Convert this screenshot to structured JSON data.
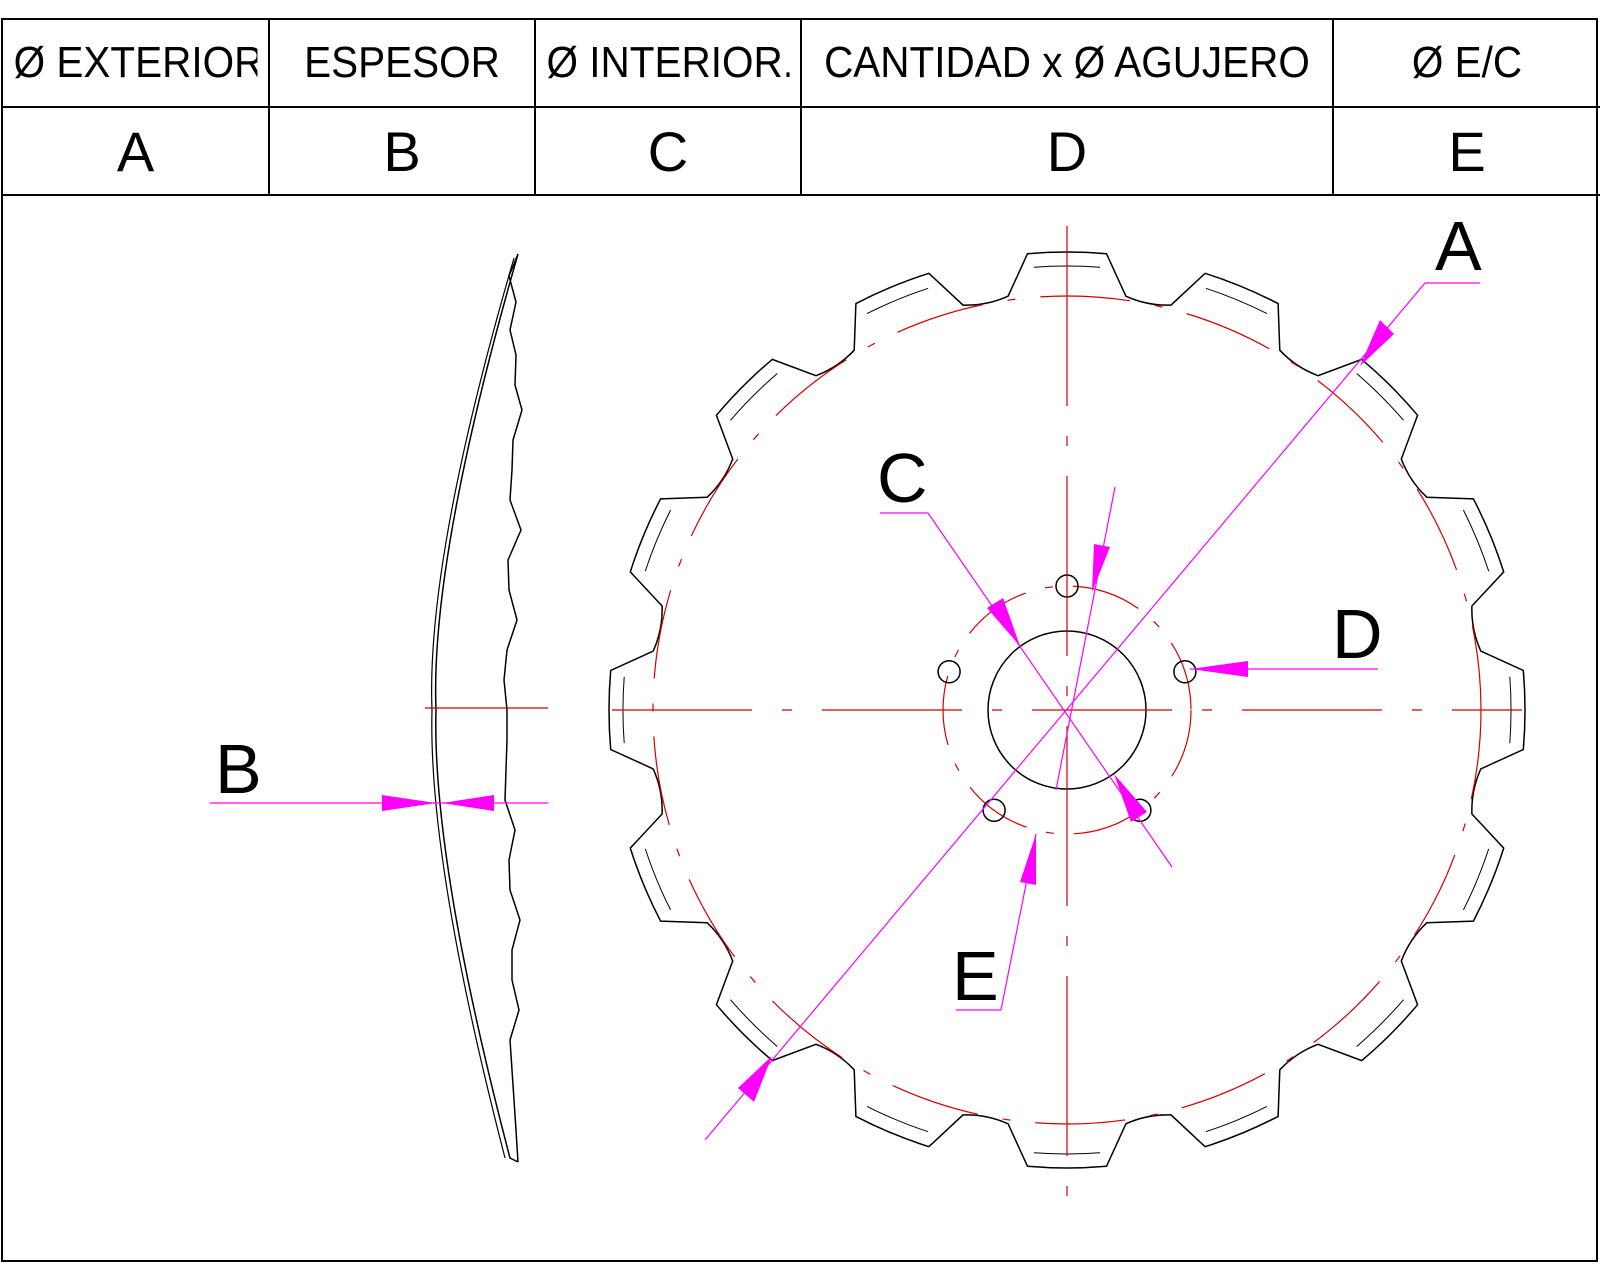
{
  "table": {
    "headers": [
      "Ø EXTERIOR",
      "ESPESOR",
      "Ø INTERIOR.",
      "CANTIDAD x Ø AGUJERO",
      "Ø E/C"
    ],
    "letters": [
      "A",
      "B",
      "C",
      "D",
      "E"
    ]
  },
  "labels": {
    "outer_diameter": "A",
    "thickness": "B",
    "inner_diameter": "C",
    "hole_spec": "D",
    "bolt_circle": "E"
  },
  "colors": {
    "outline": "#000000",
    "centerline": "#d40000",
    "dimension": "#ff00ff"
  },
  "disc": {
    "teeth": 16,
    "holes": 5
  }
}
